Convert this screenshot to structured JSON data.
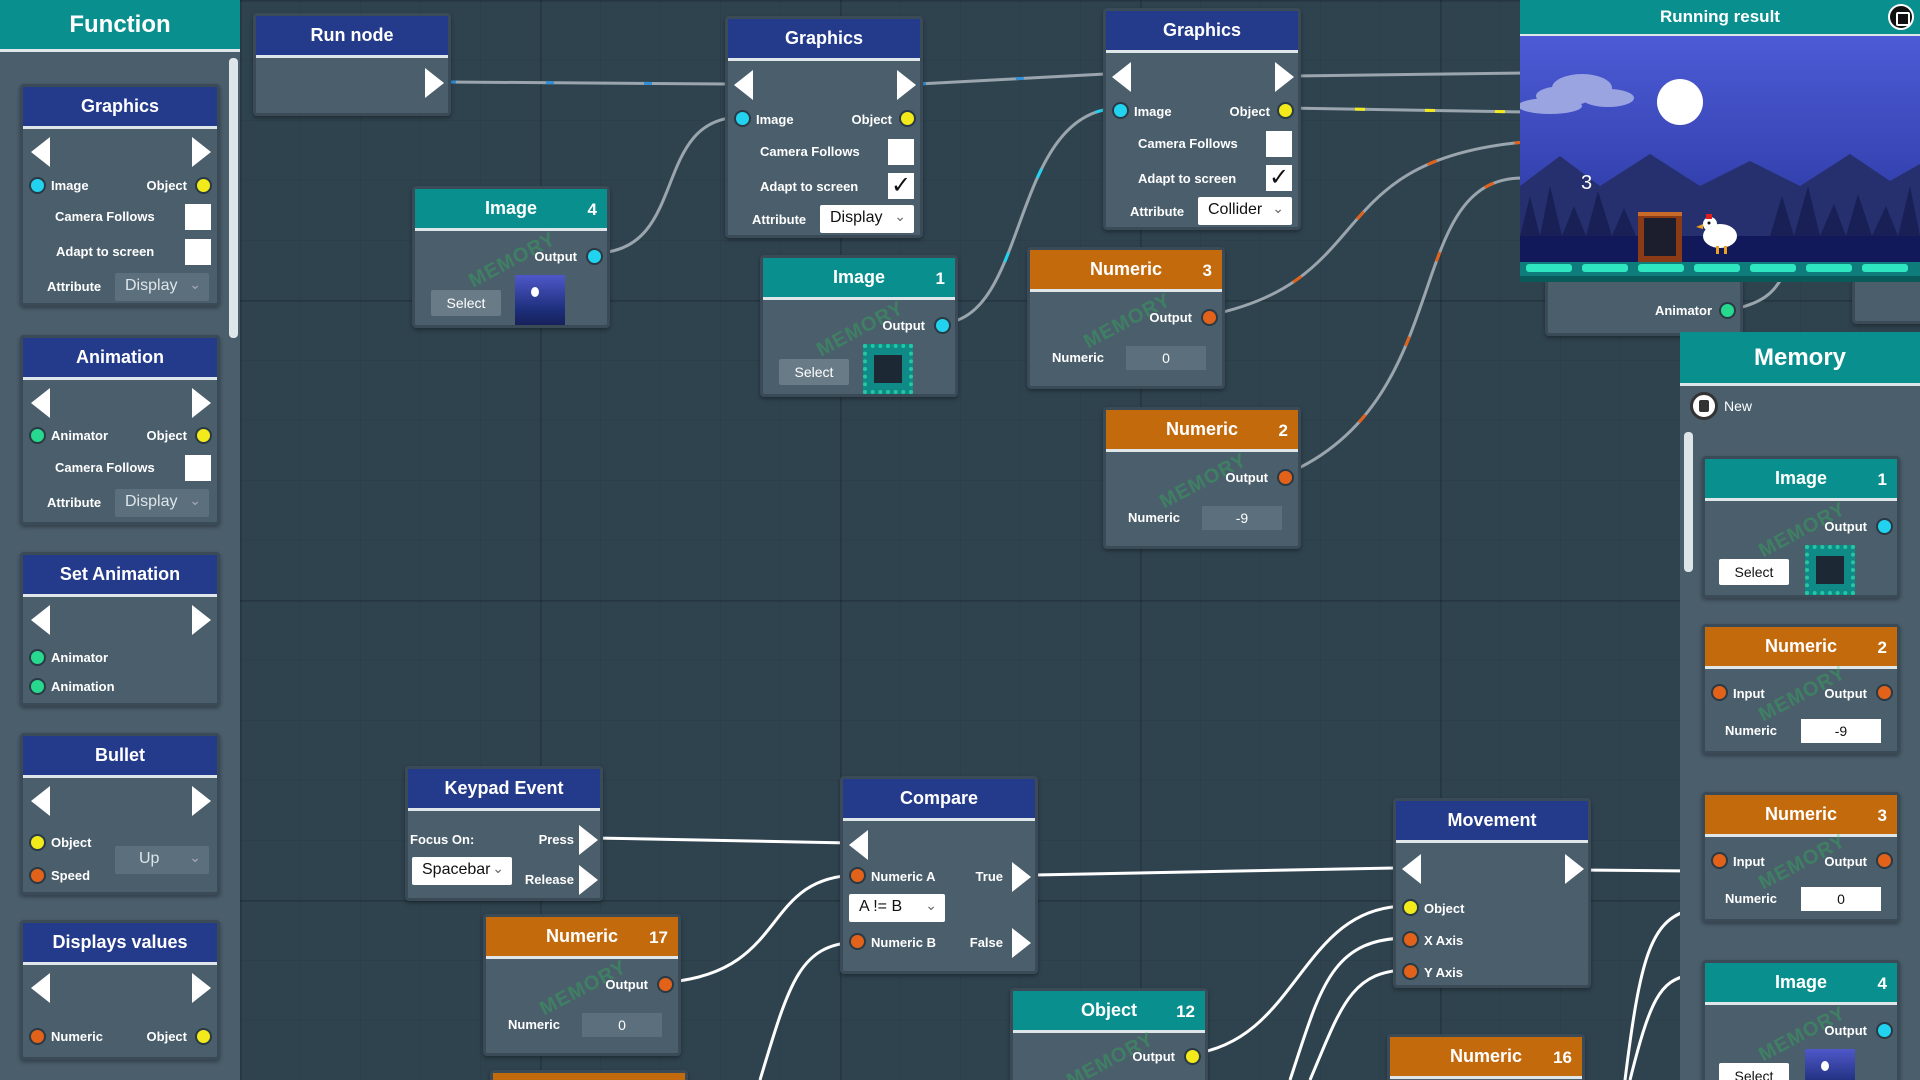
{
  "function_panel": {
    "title": "Function",
    "cards": [
      {
        "title": "Graphics",
        "port_image": "Image",
        "port_object": "Object",
        "camera_follows": "Camera Follows",
        "adapt_to_screen": "Adapt to screen",
        "attribute": "Attribute",
        "attribute_value": "Display"
      },
      {
        "title": "Animation",
        "port_animator": "Animator",
        "port_object": "Object",
        "camera_follows": "Camera Follows",
        "attribute": "Attribute",
        "attribute_value": "Display"
      },
      {
        "title": "Set Animation",
        "port_animator": "Animator",
        "port_animation": "Animation"
      },
      {
        "title": "Bullet",
        "port_object": "Object",
        "port_speed": "Speed",
        "direction_value": "Up"
      },
      {
        "title": "Displays values",
        "port_numeric": "Numeric",
        "port_object": "Object"
      }
    ]
  },
  "canvas": {
    "run_node": {
      "title": "Run node"
    },
    "graphics_1": {
      "title": "Graphics",
      "image": "Image",
      "object": "Object",
      "camera_follows": "Camera Follows",
      "adapt_to_screen": "Adapt to screen",
      "attribute": "Attribute",
      "attribute_value": "Display"
    },
    "graphics_2": {
      "title": "Graphics",
      "image": "Image",
      "object": "Object",
      "camera_follows": "Camera Follows",
      "adapt_to_screen": "Adapt to screen",
      "attribute": "Attribute",
      "attribute_value": "Collider"
    },
    "image_4": {
      "title": "Image",
      "number": "4",
      "output": "Output",
      "select": "Select",
      "watermark": "MEMORY"
    },
    "image_1": {
      "title": "Image",
      "number": "1",
      "output": "Output",
      "select": "Select",
      "watermark": "MEMORY"
    },
    "numeric_3": {
      "title": "Numeric",
      "number": "3",
      "output": "Output",
      "numeric_label": "Numeric",
      "value": "0",
      "watermark": "MEMORY"
    },
    "numeric_2": {
      "title": "Numeric",
      "number": "2",
      "output": "Output",
      "numeric_label": "Numeric",
      "value": "-9",
      "watermark": "MEMORY"
    },
    "keypad_event": {
      "title": "Keypad Event",
      "focus_on": "Focus On:",
      "press": "Press",
      "release": "Release",
      "key": "Spacebar"
    },
    "compare": {
      "title": "Compare",
      "numeric_a": "Numeric A",
      "numeric_b": "Numeric B",
      "true_label": "True",
      "false_label": "False",
      "operator": "A != B"
    },
    "numeric_17": {
      "title": "Numeric",
      "number": "17",
      "output": "Output",
      "numeric_label": "Numeric",
      "value": "0",
      "watermark": "MEMORY"
    },
    "object_12": {
      "title": "Object",
      "number": "12",
      "output": "Output",
      "watermark": "MEMORY"
    },
    "movement": {
      "title": "Movement",
      "object": "Object",
      "x_axis": "X Axis",
      "y_axis": "Y Axis"
    },
    "numeric_16": {
      "title": "Numeric",
      "number": "16"
    },
    "animator_partial": {
      "port": "Animator"
    }
  },
  "running_result": {
    "title": "Running result",
    "score": "3"
  },
  "memory_panel": {
    "title": "Memory",
    "new_label": "New",
    "cards": [
      {
        "title": "Image",
        "number": "1",
        "output": "Output",
        "select": "Select",
        "watermark": "MEMORY"
      },
      {
        "title": "Numeric",
        "number": "2",
        "input": "Input",
        "output": "Output",
        "numeric_label": "Numeric",
        "value": "-9",
        "watermark": "MEMORY"
      },
      {
        "title": "Numeric",
        "number": "3",
        "input": "Input",
        "output": "Output",
        "numeric_label": "Numeric",
        "value": "0",
        "watermark": "MEMORY"
      },
      {
        "title": "Image",
        "number": "4",
        "output": "Output",
        "select": "Select",
        "watermark": "MEMORY"
      }
    ]
  },
  "colors": {
    "canvas_bg": "#2f434f",
    "node_body": "#4b5e6c",
    "header_blue": "#243a8a",
    "header_teal": "#0a8f8f",
    "header_orange": "#c36a0d",
    "port_image": "#22d3f0",
    "port_object": "#f3ea1b",
    "port_numeric": "#e3621a",
    "port_animator": "#27d98f"
  }
}
